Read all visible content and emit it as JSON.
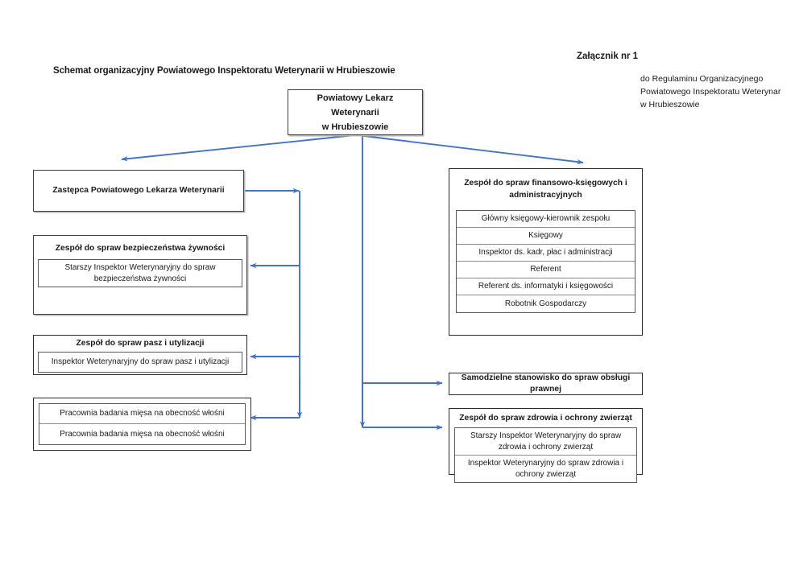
{
  "page": {
    "title": "Schemat organizacyjny Powiatowego Inspektoratu Weterynarii w Hrubieszowie",
    "accent_color": "#4472C4",
    "box_border_color": "#3f3f3f"
  },
  "annex": {
    "heading": "Załącznik nr 1",
    "lines": [
      "do Regulaminu Organizacyjnego",
      "Powiatowego Inspektoratu Weterynar",
      "w Hrubieszowie"
    ]
  },
  "root": {
    "name": "powiatowy-lekarz-weterynarii",
    "lines": [
      "Powiatowy Lekarz",
      "Weterynarii",
      "w Hrubieszowie"
    ]
  },
  "left_column": [
    {
      "name": "zastepca-powiatowego-lekarza",
      "title": "Zastępca Powiatowego Lekarza Weterynarii",
      "items": []
    },
    {
      "name": "zespol-bezpieczenstwa-zywnosci",
      "title": "Zespół do spraw bezpieczeństwa żywności",
      "items": [
        "Starszy Inspektor Weterynaryjny do spraw bezpieczeństwa żywności"
      ]
    },
    {
      "name": "zespol-pasz-i-utylizacji",
      "title": "Zespół do spraw pasz i utylizacji",
      "items": [
        "Inspektor Weterynaryjny do spraw pasz i utylizacji"
      ]
    },
    {
      "name": "pracownia-badania-miesa",
      "title": "",
      "items": [
        "Pracownia badania mięsa na obecność włośni",
        "Pracownia badania mięsa na obecność włośni"
      ]
    }
  ],
  "right_column": [
    {
      "name": "zespol-finansowo-ksiegowy",
      "title": "Zespół do spraw finansowo-księgowych i administracyjnych",
      "items": [
        "Główny księgowy-kierownik zespołu",
        "Księgowy",
        "Inspektor ds. kadr, płac i administracji",
        "Referent",
        "Referent ds. informatyki i księgowości",
        "Robotnik Gospodarczy"
      ]
    },
    {
      "name": "samodzielne-stanowisko-obslugi-prawnej",
      "title": "Samodzielne stanowisko do spraw obsługi prawnej",
      "items": []
    },
    {
      "name": "zespol-zdrowia-i-ochrony-zwierzat",
      "title": "Zespół do spraw zdrowia i ochrony zwierząt",
      "items": [
        "Starszy Inspektor Weterynaryjny do spraw zdrowia i ochrony zwierząt",
        "Inspektor Weterynaryjny do spraw zdrowia i ochrony zwierząt"
      ]
    }
  ]
}
